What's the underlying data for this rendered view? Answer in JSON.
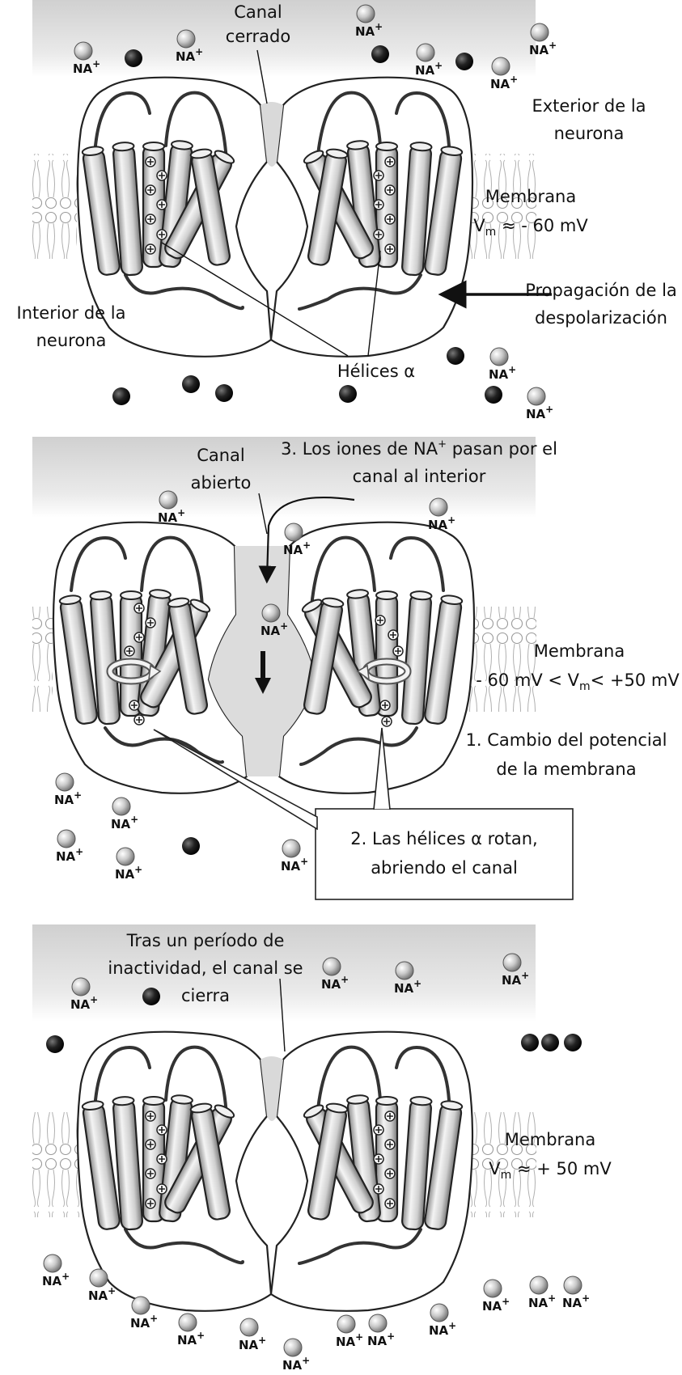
{
  "panel1": {
    "canal_l1": "Canal",
    "canal_l2": "cerrado",
    "exterior_l1": "Exterior de la",
    "exterior_l2": "neurona",
    "membrana": "Membrana",
    "vm_pre": "V",
    "vm_sub": "m",
    "vm_post": " ≈ - 60 mV",
    "propagacion_l1": "Propagación de la",
    "propagacion_l2": "despolarización",
    "interior_l1": "Interior de la",
    "interior_l2": "neurona",
    "helices": "Hélices α"
  },
  "panel2": {
    "canal_l1": "Canal",
    "canal_l2": "abierto",
    "step3_l1_pre": "3. Los iones de NA",
    "step3_l1_sup": "+",
    "step3_l1_post": " pasan por el",
    "step3_l2": "canal al interior",
    "membrana": "Membrana",
    "vm_pre": "- 60 mV < V",
    "vm_sub": "m",
    "vm_post": "< +50 mV",
    "step1_l1": "1. Cambio del potencial",
    "step1_l2": "de la membrana",
    "step2_l1": "2. Las hélices α rotan,",
    "step2_l2": "abriendo el canal"
  },
  "panel3": {
    "tras_l1": "Tras un período de",
    "tras_l2": "inactividad, el canal se",
    "tras_l3": "cierra",
    "membrana": "Membrana",
    "vm_pre": "V",
    "vm_sub": "m",
    "vm_post": " ≈ + 50 mV"
  },
  "ion": {
    "symbol": "NA",
    "charge": "+"
  }
}
